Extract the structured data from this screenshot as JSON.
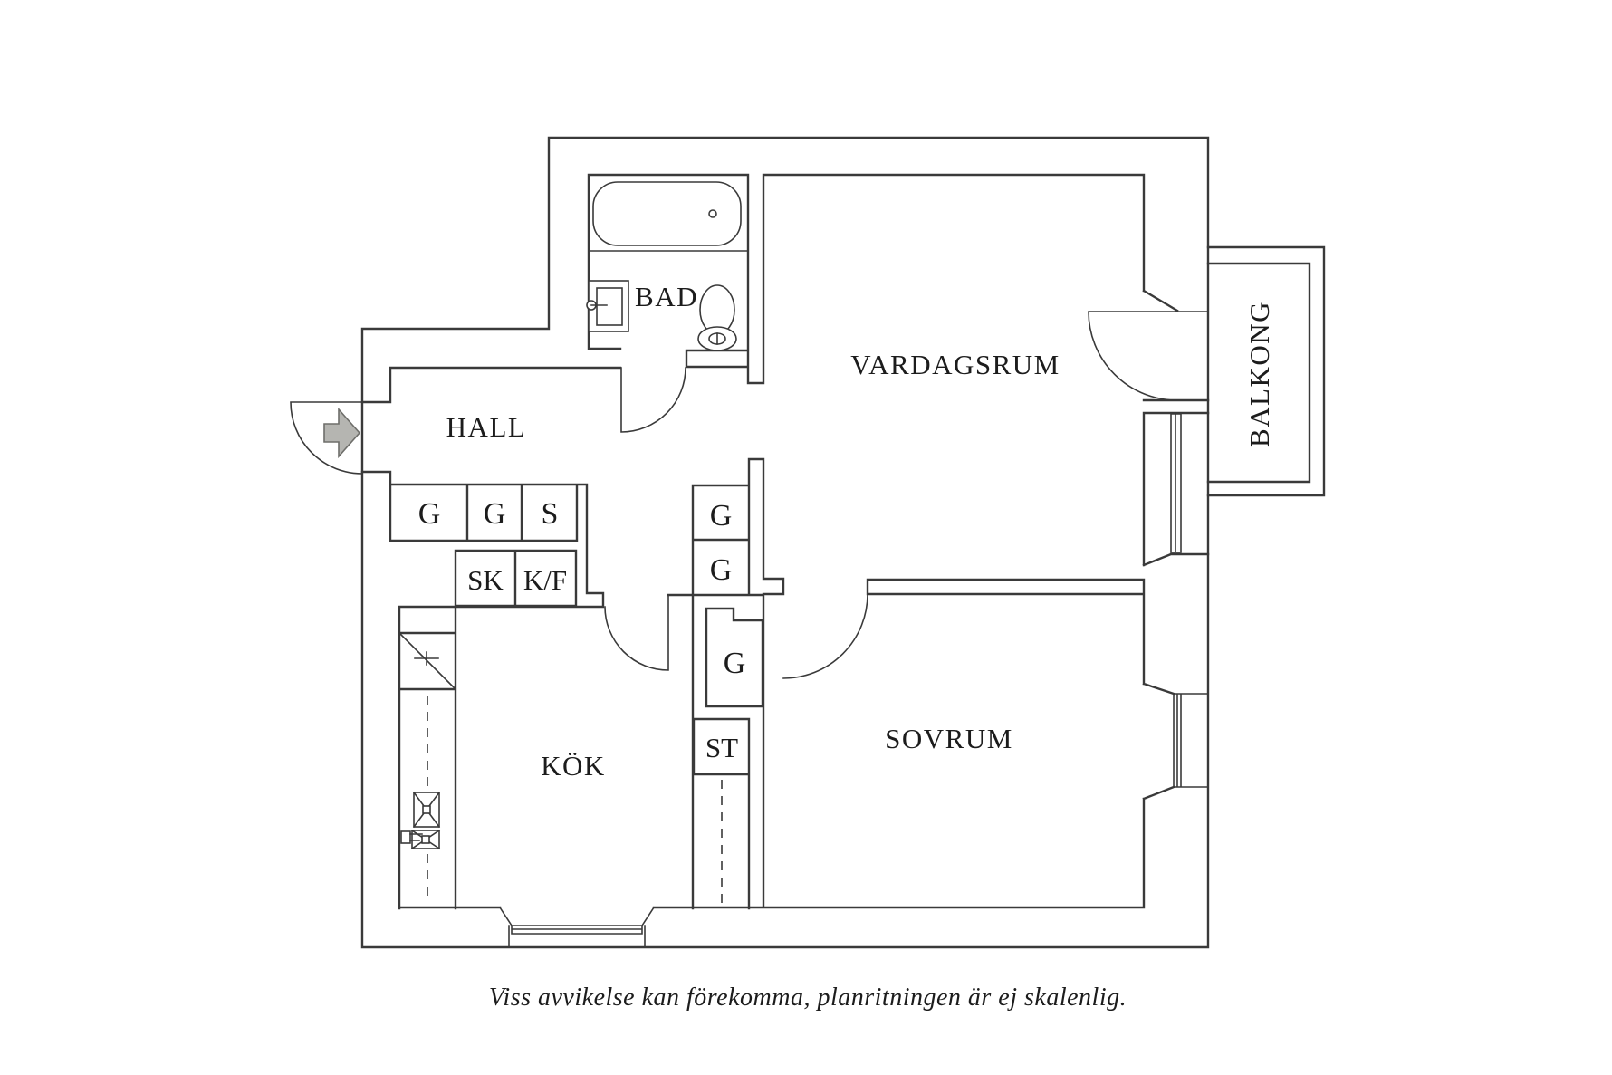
{
  "colors": {
    "wall": "#3a3a3a",
    "text": "#1c1c1c",
    "arrow_fill": "#b5b5b1",
    "arrow_stroke": "#6e6e6a",
    "background": "#ffffff"
  },
  "rooms": {
    "bathroom": {
      "label": "BAD"
    },
    "hall": {
      "label": "HALL"
    },
    "living_room": {
      "label": "VARDAGSRUM"
    },
    "kitchen": {
      "label": "KÖK"
    },
    "bedroom": {
      "label": "SOVRUM"
    },
    "balcony": {
      "label": "BALKONG"
    }
  },
  "closets": {
    "hall_row": [
      {
        "label": "G"
      },
      {
        "label": "G"
      },
      {
        "label": "S"
      }
    ],
    "hall_row2": [
      {
        "label": "SK"
      },
      {
        "label": "K/F"
      }
    ],
    "mid_column": [
      {
        "label": "G"
      },
      {
        "label": "G"
      },
      {
        "label": "G"
      },
      {
        "label": "ST"
      }
    ]
  },
  "footer": {
    "disclaimer": "Viss avvikelse kan förekomma, planritningen är ej skalenlig."
  }
}
